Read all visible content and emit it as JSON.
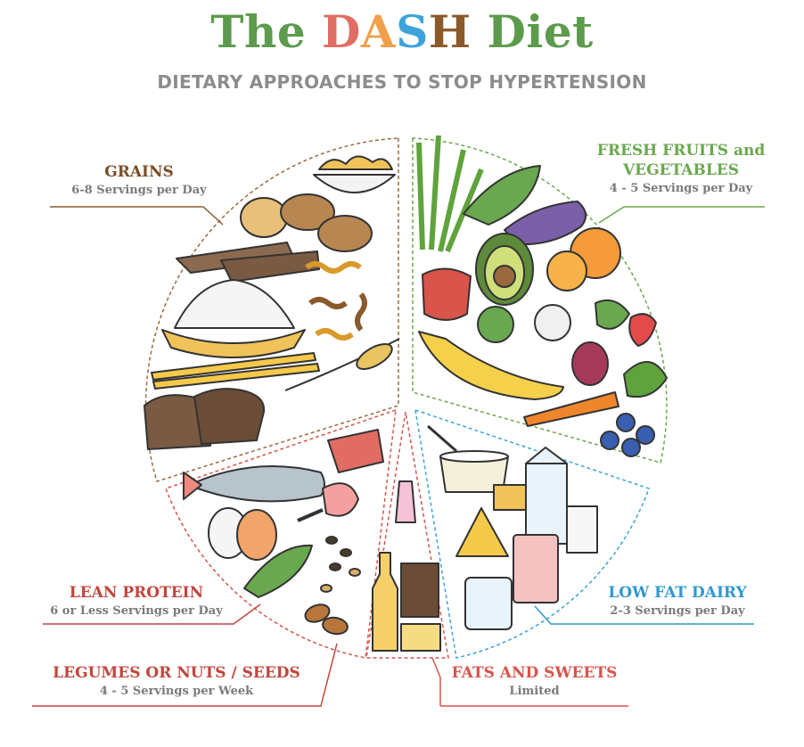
{
  "title": {
    "part1": "The ",
    "part_d": "D",
    "part_a": "A",
    "part_s": "S",
    "part_h": "H",
    "part2": " Diet"
  },
  "subtitle": "DIETARY APPROACHES TO STOP HYPERTENSION",
  "colors": {
    "title_green": "#5c9a4c",
    "d_red": "#e06c63",
    "a_orange": "#f0a04b",
    "s_blue": "#3da3d9",
    "h_brown": "#8a5a2b",
    "grains": "#7a4e27",
    "fruits_veg": "#6aa84f",
    "dairy": "#2f98d0",
    "protein": "#c2453d",
    "legumes": "#c2453d",
    "fats": "#d9544b"
  },
  "sections": {
    "grains": {
      "name": "GRAINS",
      "servings": "6-8 Servings per Day"
    },
    "fruits_veg": {
      "name_line1": "FRESH FRUITS and",
      "name_line2": "VEGETABLES",
      "servings": "4 - 5 Servings per Day"
    },
    "dairy": {
      "name": "LOW FAT DAIRY",
      "servings": "2-3 Servings per Day"
    },
    "protein": {
      "name": "LEAN PROTEIN",
      "servings": "6 or Less Servings per Day"
    },
    "legumes": {
      "name": "LEGUMES OR NUTS / SEEDS",
      "servings": "4 - 5 Servings per Week"
    },
    "fats": {
      "name": "FATS AND SWEETS",
      "servings": "Limited"
    }
  }
}
